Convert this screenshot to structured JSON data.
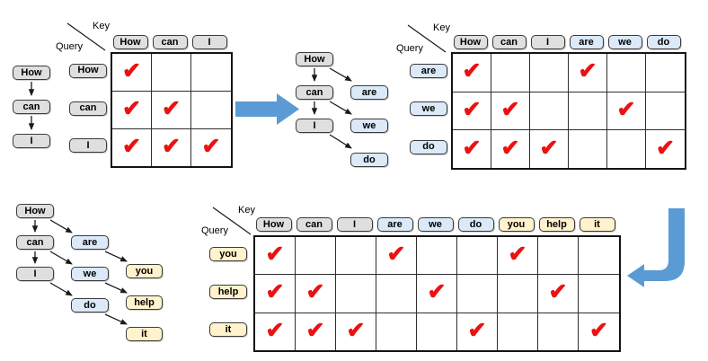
{
  "diagram": {
    "glyph_check": "✔",
    "colors": {
      "gray_token": "#dfdfdf",
      "blue_token": "#dbe9f8",
      "yellow_token": "#fff2cc",
      "token_border": "#3b3b3b",
      "check_red": "#ec1111",
      "big_arrow_blue": "#5b9bd5",
      "grid_line": "#2e2e2e"
    },
    "step1": {
      "chain1": [
        {
          "label": "How",
          "style": "gray"
        },
        {
          "label": "can",
          "style": "gray"
        },
        {
          "label": "I",
          "style": "gray"
        }
      ],
      "matrix": {
        "corner_key": "Key",
        "corner_query": "Query",
        "keys": [
          {
            "label": "How",
            "style": "gray"
          },
          {
            "label": "can",
            "style": "gray"
          },
          {
            "label": "I",
            "style": "gray"
          }
        ],
        "queries": [
          {
            "label": "How",
            "style": "gray"
          },
          {
            "label": "can",
            "style": "gray"
          },
          {
            "label": "I",
            "style": "gray"
          }
        ],
        "mask": [
          [
            1,
            0,
            0
          ],
          [
            1,
            1,
            0
          ],
          [
            1,
            1,
            1
          ]
        ]
      }
    },
    "step2": {
      "chain1": [
        {
          "label": "How",
          "style": "gray"
        },
        {
          "label": "can",
          "style": "gray"
        },
        {
          "label": "I",
          "style": "gray"
        }
      ],
      "chain2": [
        {
          "label": "are",
          "style": "blue"
        },
        {
          "label": "we",
          "style": "blue"
        },
        {
          "label": "do",
          "style": "blue"
        }
      ],
      "matrix": {
        "corner_key": "Key",
        "corner_query": "Query",
        "keys": [
          {
            "label": "How",
            "style": "gray"
          },
          {
            "label": "can",
            "style": "gray"
          },
          {
            "label": "I",
            "style": "gray"
          },
          {
            "label": "are",
            "style": "blue"
          },
          {
            "label": "we",
            "style": "blue"
          },
          {
            "label": "do",
            "style": "blue"
          }
        ],
        "queries": [
          {
            "label": "are",
            "style": "blue"
          },
          {
            "label": "we",
            "style": "blue"
          },
          {
            "label": "do",
            "style": "blue"
          }
        ],
        "mask": [
          [
            1,
            0,
            0,
            1,
            0,
            0
          ],
          [
            1,
            1,
            0,
            0,
            1,
            0
          ],
          [
            1,
            1,
            1,
            0,
            0,
            1
          ]
        ]
      }
    },
    "step3": {
      "chain1": [
        {
          "label": "How",
          "style": "gray"
        },
        {
          "label": "can",
          "style": "gray"
        },
        {
          "label": "I",
          "style": "gray"
        }
      ],
      "chain2": [
        {
          "label": "are",
          "style": "blue"
        },
        {
          "label": "we",
          "style": "blue"
        },
        {
          "label": "do",
          "style": "blue"
        }
      ],
      "chain3": [
        {
          "label": "you",
          "style": "yellow"
        },
        {
          "label": "help",
          "style": "yellow"
        },
        {
          "label": "it",
          "style": "yellow"
        }
      ],
      "matrix": {
        "corner_key": "Key",
        "corner_query": "Query",
        "keys": [
          {
            "label": "How",
            "style": "gray"
          },
          {
            "label": "can",
            "style": "gray"
          },
          {
            "label": "I",
            "style": "gray"
          },
          {
            "label": "are",
            "style": "blue"
          },
          {
            "label": "we",
            "style": "blue"
          },
          {
            "label": "do",
            "style": "blue"
          },
          {
            "label": "you",
            "style": "yellow"
          },
          {
            "label": "help",
            "style": "yellow"
          },
          {
            "label": "it",
            "style": "yellow"
          }
        ],
        "queries": [
          {
            "label": "you",
            "style": "yellow"
          },
          {
            "label": "help",
            "style": "yellow"
          },
          {
            "label": "it",
            "style": "yellow"
          }
        ],
        "mask": [
          [
            1,
            0,
            0,
            1,
            0,
            0,
            1,
            0,
            0
          ],
          [
            1,
            1,
            0,
            0,
            1,
            0,
            0,
            1,
            0
          ],
          [
            1,
            1,
            1,
            0,
            0,
            1,
            0,
            0,
            1
          ]
        ]
      }
    }
  }
}
